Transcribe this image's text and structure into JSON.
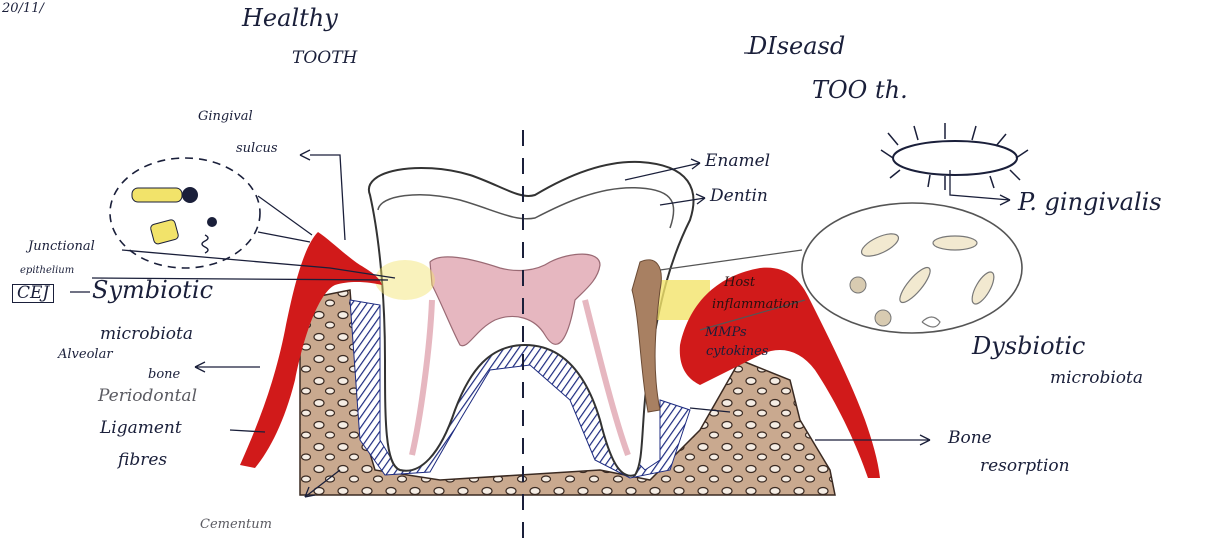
{
  "date_text": "20/11/",
  "titles": {
    "healthy_line1": "Healthy",
    "healthy_line2": "TOOTH",
    "diseased_line1": "DIseasd",
    "diseased_line2": "TOO th."
  },
  "labels": {
    "gingival_sulcus_1": "Gingival",
    "gingival_sulcus_2": "sulcus",
    "enamel": "Enamel",
    "dentin": "Dentin",
    "p_gingivalis": "P. gingivalis",
    "junctional_1": "Junctional",
    "junctional_2": "epithelium",
    "cej": "CEJ",
    "symbiotic": "Symbiotic",
    "microbiota": "microbiota",
    "alveolar_1": "Alveolar",
    "alveolar_2": "bone",
    "periodontal": "Periodontal",
    "ligament": "Ligament",
    "fibres": "fibres",
    "cementum": "Cementum",
    "host_inflammation_1": "Host",
    "host_inflammation_2": "inflammation",
    "mmps_1": "MMPs",
    "mmps_2": "cytokines",
    "dysbiotic_1": "Dysbiotic",
    "dysbiotic_2": "microbiota",
    "bone_resorption_1": "Bone",
    "bone_resorption_2": "resorption"
  },
  "colors": {
    "ink": "#1a1f3a",
    "gingiva_red": "#d11a1a",
    "bone_brown": "#b98d6f",
    "pulp_pink": "#e6b7c0",
    "ligament_blue": "#1d2b80",
    "calculus_tan": "#a88062",
    "yellow": "#f2e36a"
  }
}
